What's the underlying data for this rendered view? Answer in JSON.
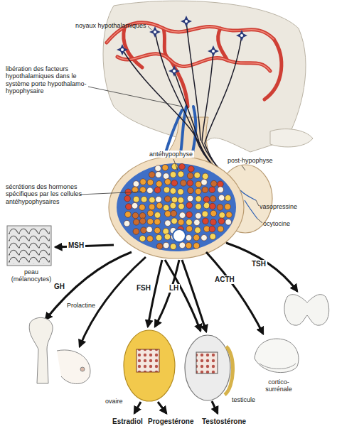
{
  "diagram": {
    "labels": [
      "noyaux hypothalamiques",
      "libération des facteurs hypothalamiques dans le système porte hypothalamo-hypophysaire",
      "antéhypophyse",
      "post-hypophyse",
      "sécrétions des hormones spécifiques par les cellules antéhypophysaires",
      "vasopressine",
      "ocytocine",
      "MSH",
      "peau (mélanocytes)",
      "GH",
      "Prolactine",
      "FSH",
      "LH",
      "ACTH",
      "TSH",
      "ovaire",
      "testicule",
      "cortico-surrénale",
      "Estradiol",
      "Progestérone",
      "Testostérone"
    ]
  }
}
